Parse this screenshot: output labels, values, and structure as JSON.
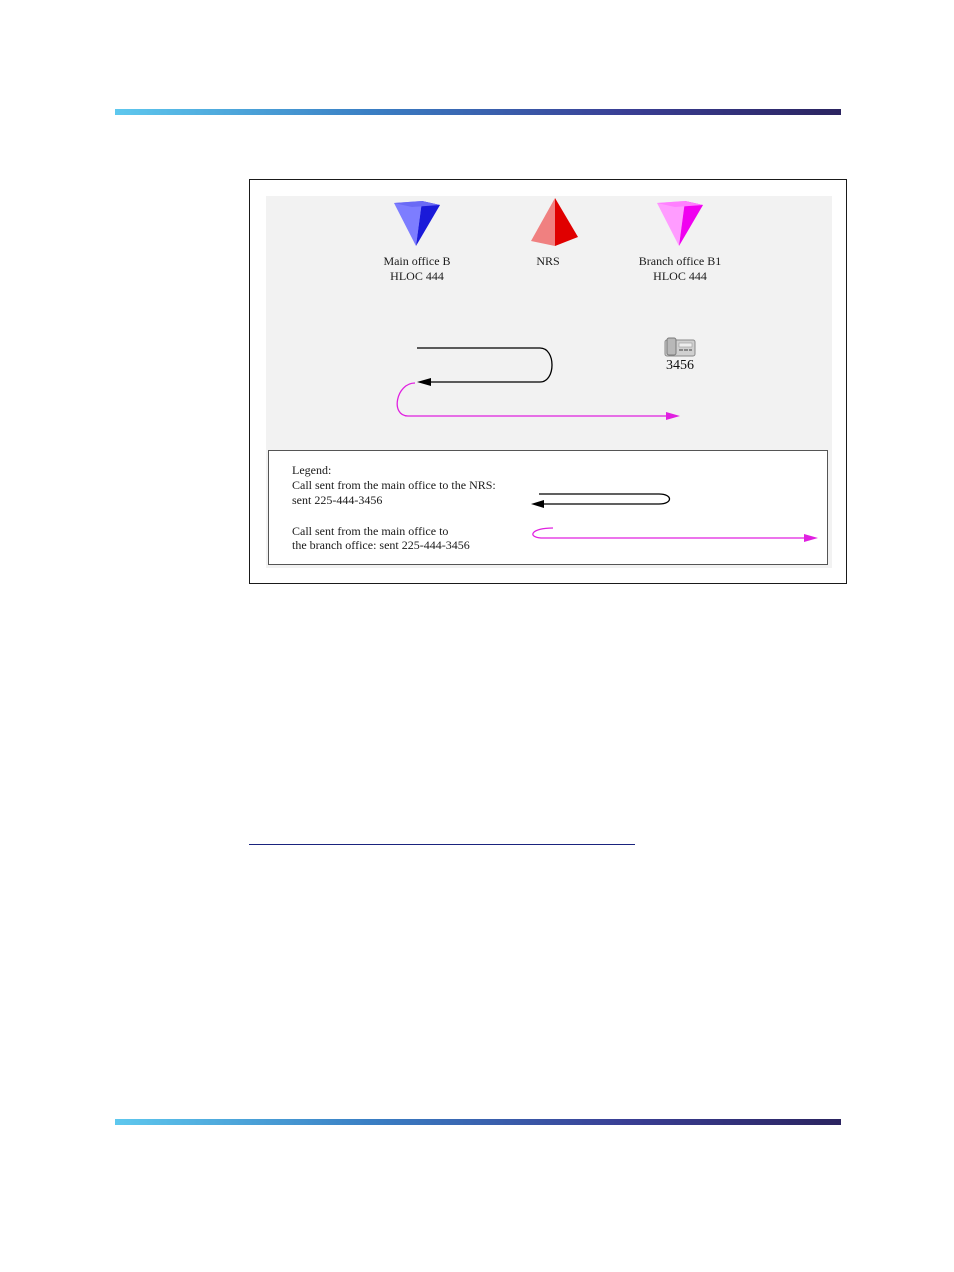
{
  "nodes": {
    "main_office": {
      "name": "Main office B",
      "hloc": "HLOC 444",
      "color": "#4b4bf0"
    },
    "nrs": {
      "name": "NRS",
      "color": "#e81010"
    },
    "branch_office": {
      "name": "Branch office B1",
      "hloc": "HLOC 444",
      "color": "#ee33ee"
    }
  },
  "phone": {
    "number": "3456",
    "icon": "telephone-icon"
  },
  "legend": {
    "title": "Legend:",
    "item1_line1": "Call sent from the main office to the NRS:",
    "item1_line2": "sent  225-444-3456",
    "item1_color": "#000000",
    "item2_line1": "Call sent from the main office to",
    "item2_line2": "the branch office: sent 225-444-3456",
    "item2_color": "#e020e0"
  },
  "header_bar_colors": [
    "#5ec8ee",
    "#3a7fc4",
    "#3a3f95",
    "#2b2460"
  ]
}
